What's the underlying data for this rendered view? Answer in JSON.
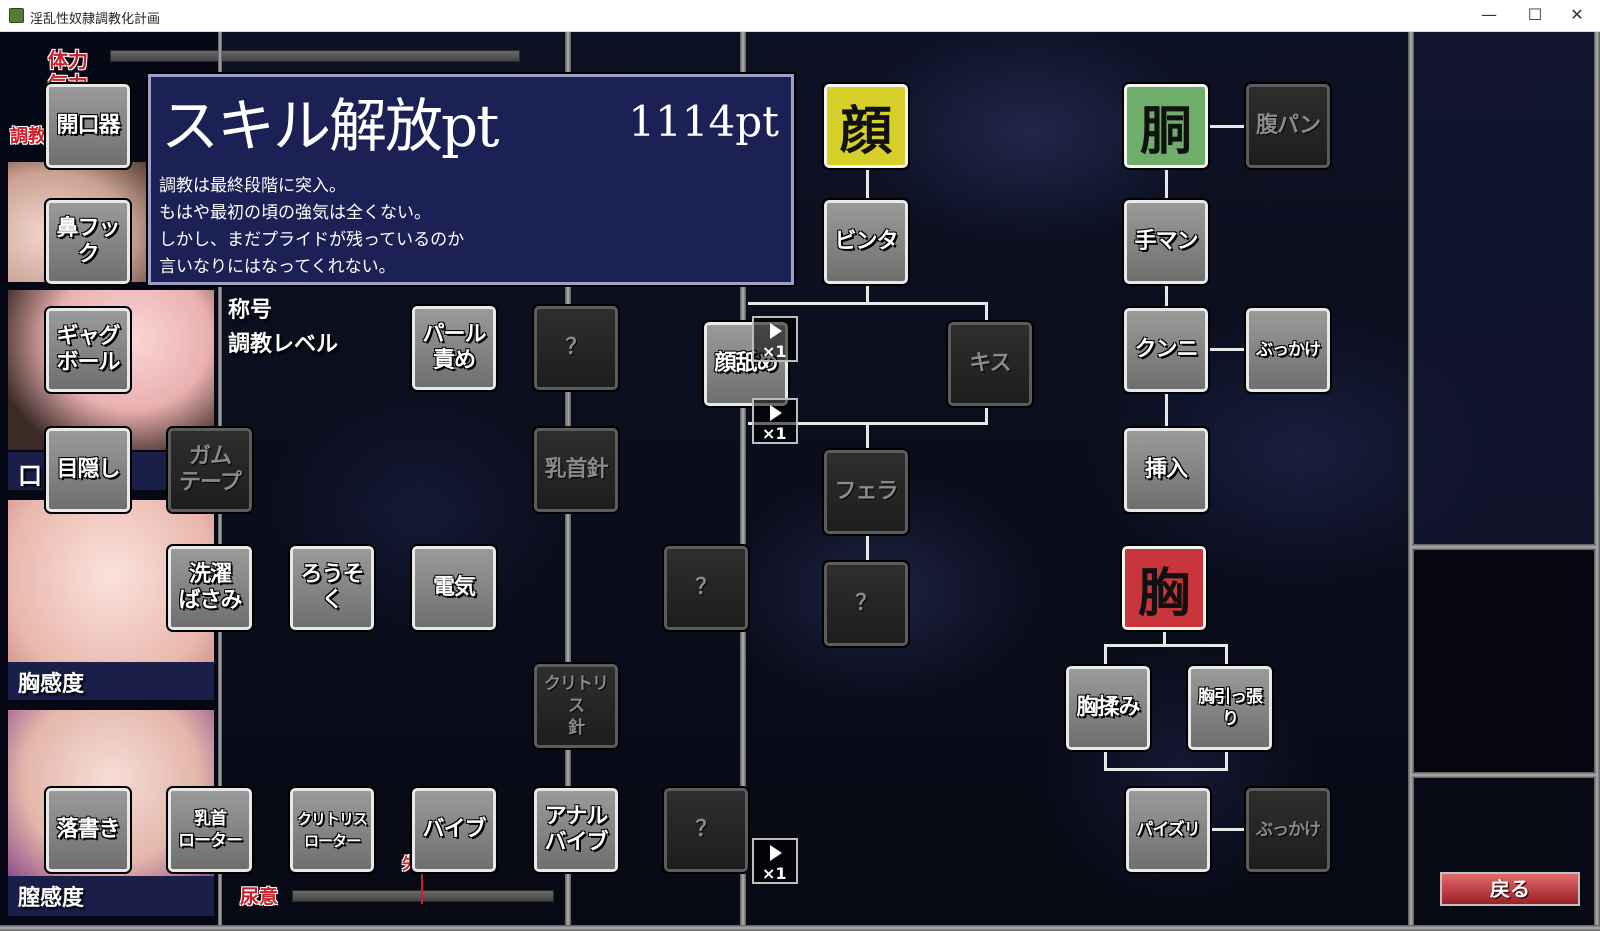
{
  "window": {
    "title": "淫乱性奴隷調教化計画",
    "minimize": "—",
    "maximize": "☐",
    "close": "✕"
  },
  "status": {
    "stamina_label": "体力",
    "spirit_label": "気力",
    "training_label": "調教",
    "title_label": "称号",
    "level_label": "調教レベル",
    "mouth_label": "口",
    "chest_label": "胸感度",
    "vagina_label": "膣感度",
    "urge_label": "尿意",
    "leak_label": "失"
  },
  "info": {
    "title": "スキル解放pt",
    "points": "1114pt",
    "lines": [
      "調教は最終段階に突入。",
      "もはや最初の頃の強気は全くない。",
      "しかし、まだプライドが残っているのか",
      "言いなりにはなってくれない。"
    ]
  },
  "categories": {
    "face": "顔",
    "body": "胴",
    "chest": "胸"
  },
  "skills": {
    "opener": "開口器",
    "nose_hook": "鼻フック",
    "gag_ball": "ギャグ\nボール",
    "blindfold": "目隠し",
    "gum_tape": "ガム\nテープ",
    "clothespin": "洗濯\nばさみ",
    "candle": "ろうそく",
    "electric": "電気",
    "pearl": "パール\n責め",
    "unknown": "？",
    "nipple_needle": "乳首針",
    "clit_needle": "クリトリス\n針",
    "graffiti": "落書き",
    "nipple_rotor": "乳首\nローター",
    "clit_rotor": "クリトリス\nローター",
    "vibe": "バイブ",
    "anal_vibe": "アナル\nバイブ",
    "slap": "ビンタ",
    "face_lick": "顔舐め",
    "kiss": "キス",
    "fellatio": "フェラ",
    "punch": "腹パン",
    "fingering": "手マン",
    "cunni": "クンニ",
    "bukkake": "ぶっかけ",
    "insert": "挿入",
    "breast_rub": "胸揉み",
    "breast_pull": "胸引っ張り",
    "paizuri": "パイズリ"
  },
  "multipliers": {
    "a": "×1",
    "b": "×1",
    "c": "×1"
  },
  "back_button": "戻る",
  "colors": {
    "face": "#d8d02a",
    "body": "#6fae6a",
    "chest": "#c8353a",
    "info_bg": "#1b2055"
  }
}
